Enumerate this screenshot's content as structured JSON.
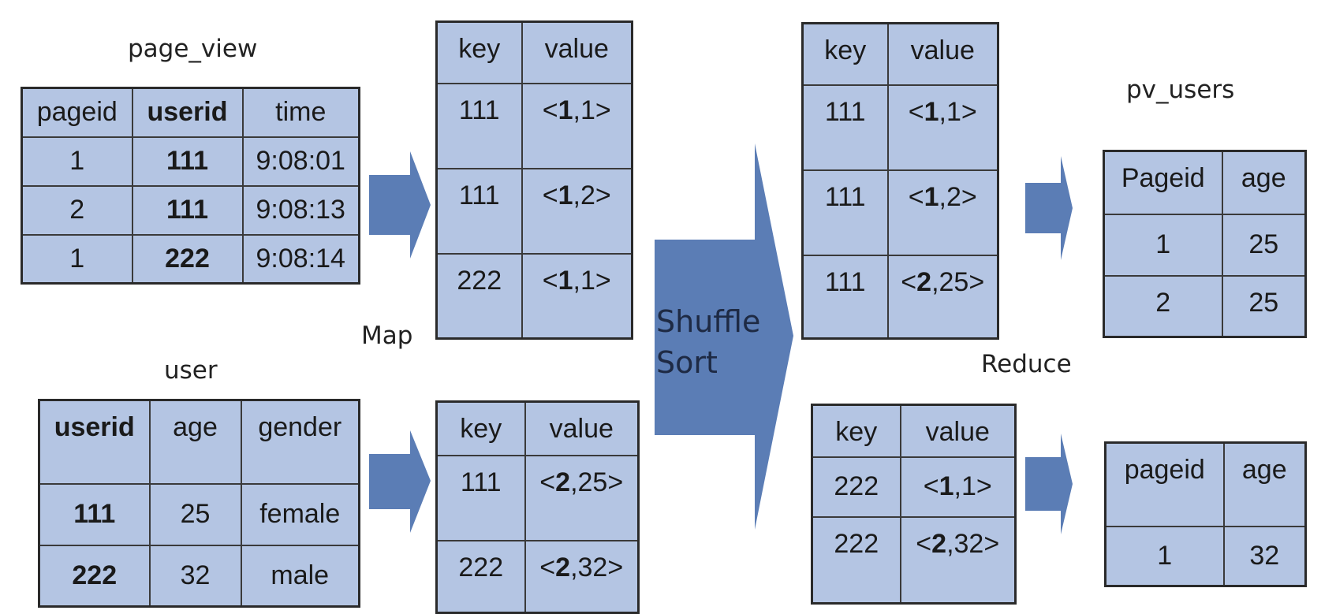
{
  "page_view": {
    "title": "page_view",
    "headers": [
      "pageid",
      "userid",
      "time"
    ],
    "rows": [
      [
        "1",
        "111",
        "9:08:01"
      ],
      [
        "2",
        "111",
        "9:08:13"
      ],
      [
        "1",
        "222",
        "9:08:14"
      ]
    ]
  },
  "user": {
    "title": "user",
    "headers": [
      "userid",
      "age",
      "gender"
    ],
    "rows": [
      [
        "111",
        "25",
        "female"
      ],
      [
        "222",
        "32",
        "male"
      ]
    ]
  },
  "map_label": "Map",
  "map_top": {
    "headers": [
      "key",
      "value"
    ],
    "rows": [
      {
        "key": "111",
        "v_open": "<",
        "v_bold": "1",
        "v_rest": ",1>"
      },
      {
        "key": "111",
        "v_open": "<",
        "v_bold": "1",
        "v_rest": ",2>"
      },
      {
        "key": "222",
        "v_open": "<",
        "v_bold": "1",
        "v_rest": ",1>"
      }
    ]
  },
  "map_bottom": {
    "headers": [
      "key",
      "value"
    ],
    "rows": [
      {
        "key": "111",
        "v_open": "<",
        "v_bold": "2",
        "v_rest": ",25>"
      },
      {
        "key": "222",
        "v_open": "<",
        "v_bold": "2",
        "v_rest": ",32>"
      }
    ]
  },
  "shuffle_label": [
    "Shuffle",
    "Sort"
  ],
  "sorted_top": {
    "headers": [
      "key",
      "value"
    ],
    "rows": [
      {
        "key": "111",
        "v_open": "<",
        "v_bold": "1",
        "v_rest": ",1>"
      },
      {
        "key": "111",
        "v_open": "<",
        "v_bold": "1",
        "v_rest": ",2>"
      },
      {
        "key": "111",
        "v_open": "<",
        "v_bold": "2",
        "v_rest": ",25>"
      }
    ]
  },
  "sorted_bottom": {
    "headers": [
      "key",
      "value"
    ],
    "rows": [
      {
        "key": "222",
        "v_open": "<",
        "v_bold": "1",
        "v_rest": ",1>"
      },
      {
        "key": "222",
        "v_open": "<",
        "v_bold": "2",
        "v_rest": ",32>"
      }
    ]
  },
  "reduce_label": "Reduce",
  "pv_users": {
    "title": "pv_users",
    "headers": [
      "Pageid",
      "age"
    ],
    "rows": [
      [
        "1",
        "25"
      ],
      [
        "2",
        "25"
      ]
    ]
  },
  "result_bottom": {
    "headers": [
      "pageid",
      "age"
    ],
    "rows": [
      [
        "1",
        "32"
      ]
    ]
  },
  "colors": {
    "cell_fill": "#b4c5e3",
    "arrow_fill": "#5b7db5",
    "border": "#2a2a2a"
  }
}
